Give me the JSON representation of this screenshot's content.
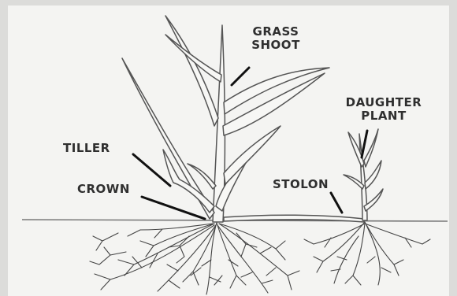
{
  "labels": {
    "grass_shoot": [
      "GRASS",
      "SHOOT"
    ],
    "daughter_plant": [
      "DAUGHTER",
      "PLANT"
    ],
    "tiller": "TILLER",
    "crown": "CROWN",
    "stolon": "STOLON"
  },
  "colors": {
    "background": "#f4f4f2",
    "frame": "#dcdcda",
    "ink": "#2f2f2f",
    "leader": "#111111"
  }
}
